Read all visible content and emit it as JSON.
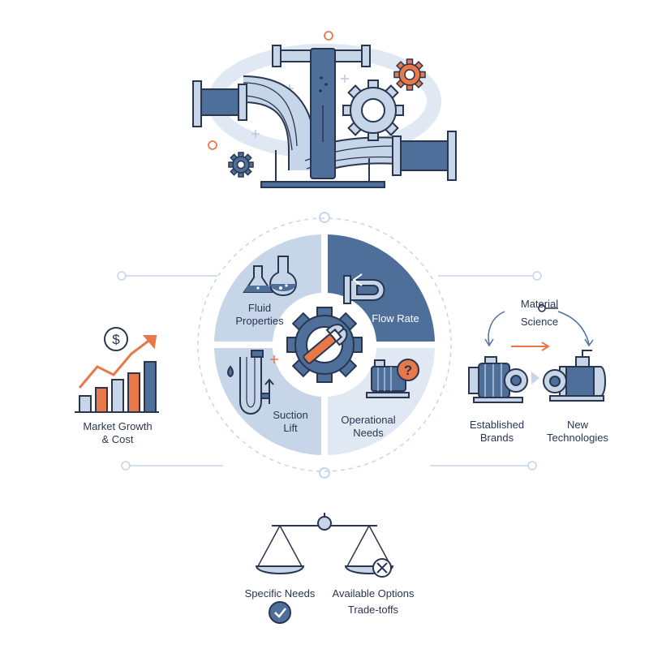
{
  "segments": {
    "fluid": {
      "line1": "Fluid",
      "line2": "Properties"
    },
    "flow": {
      "label": "Flow Rate"
    },
    "suction": {
      "line1": "Suction",
      "line2": "Lift"
    },
    "operational": {
      "line1": "Operational",
      "line2": "Needs"
    }
  },
  "market": {
    "line1": "Market Growth",
    "line2": "& Cost"
  },
  "material": {
    "line1": "Material",
    "line2": "Science"
  },
  "brands": {
    "established": {
      "line1": "Established",
      "line2": "Brands"
    },
    "new": {
      "line1": "New",
      "line2": "Technologies"
    }
  },
  "balance": {
    "left": "Specific Needs",
    "right": "Available Options",
    "sub": "Trade-toffs"
  },
  "icons": {
    "dollar": "$",
    "question": "?",
    "cross": "×"
  },
  "colors": {
    "navy": "#2a3550",
    "steel": "#4d6f9a",
    "light": "#c6d6e8",
    "orange": "#e8784a",
    "bg_ring": "#dfe8f3"
  }
}
